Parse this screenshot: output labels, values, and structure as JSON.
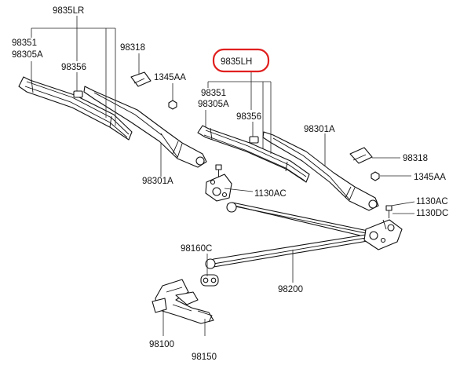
{
  "diagram": {
    "labels": {
      "set_rh": "9835LR",
      "set_lh": "9835LH",
      "refill_rh": "98351",
      "blade_rh": "98305A",
      "clip_rh": "98356",
      "cap_rh": "98318",
      "nut_rh": "1345AA",
      "arm_rh": "98301A",
      "bolt_center": "1130AC",
      "refill_lh": "98351",
      "blade_lh": "98305A",
      "clip_lh": "98356",
      "arm_lh": "98301A",
      "cap_lh": "98318",
      "nut_lh": "1345AA",
      "bolt_r1": "1130AC",
      "bolt_r2": "1130DC",
      "bushing": "98160C",
      "linkage": "98200",
      "motor": "98100",
      "bracket": "98150"
    },
    "highlight": {
      "label": "set_lh",
      "color": "#e0201f"
    }
  }
}
